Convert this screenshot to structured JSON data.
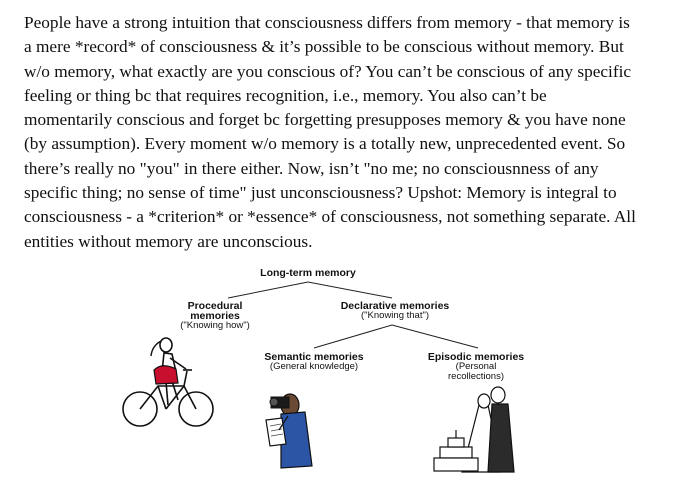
{
  "paragraph": {
    "lines": [
      "People have a strong intuition that consciousness differs from memory - that memory is",
      "a mere *record* of consciousness & it’s possible to be conscious without memory. But",
      "w/o memory, what exactly are you conscious of? You can’t be conscious of any specific",
      "feeling or thing bc that requires recognition, i.e., memory. You also can’t be",
      "momentarily conscious and forget bc forgetting presupposes memory & you have none",
      "(by assumption). Every moment w/o memory is a totally new, unprecedented event. So",
      "there’s really no \"you\" in there either. Now, isn’t \"no me; no consciousnness of any",
      "specific thing; no sense of time\" just unconsciousness? Upshot: Memory is integral to",
      "consciousness - a *criterion* or *essence* of consciousness, not something separate. All",
      "entities without memory are unconscious."
    ]
  },
  "diagram": {
    "root": {
      "title": "Long-term memory"
    },
    "procedural": {
      "title_line1": "Procedural",
      "title_line2": "memories",
      "subtitle": "(\"Knowing how\")"
    },
    "declarative": {
      "title": "Declarative memories",
      "subtitle": "(\"Knowing that\")"
    },
    "semantic": {
      "title": "Semantic memories",
      "subtitle": "(General knowledge)"
    },
    "episodic": {
      "title": "Episodic memories",
      "subtitle_line1": "(Personal",
      "subtitle_line2": "recollections)"
    }
  }
}
